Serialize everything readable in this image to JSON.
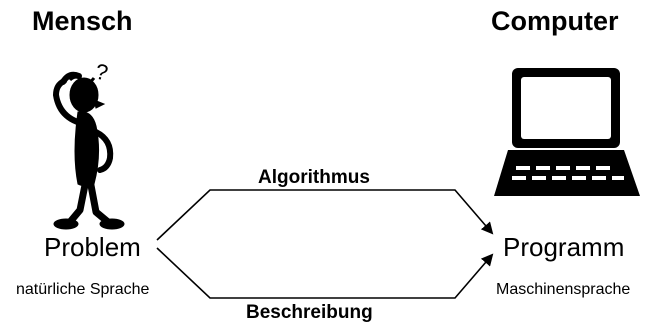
{
  "left": {
    "heading": "Mensch",
    "term": "Problem",
    "subterm": "natürliche Sprache",
    "figure_question_mark": "?"
  },
  "right": {
    "heading": "Computer",
    "term": "Programm",
    "subterm": "Maschinensprache"
  },
  "connectors": {
    "upper_label": "Algorithmus",
    "lower_label": "Beschreibung"
  },
  "icons": [
    "thinking-person-icon",
    "computer-terminal-icon"
  ],
  "colors": {
    "ink": "#000000",
    "background": "#ffffff"
  }
}
